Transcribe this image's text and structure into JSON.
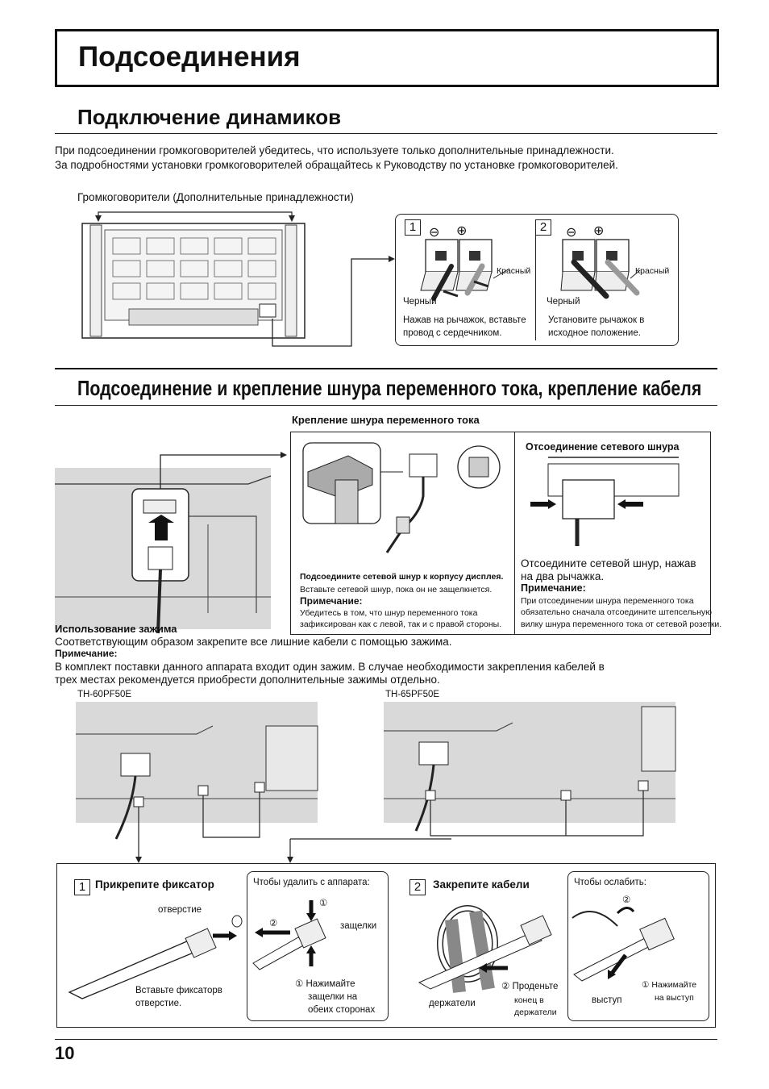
{
  "header": {
    "title": "Подсоединения"
  },
  "speakers": {
    "heading": "Подключение динамиков",
    "intro_line1": "При подсоединении громкоговорителей убедитесь, что используете только дополнительные принадлежности.",
    "intro_line2": "За подробностями установки громкоговорителей обращайтесь к Руководству по установке громкоговорителей.",
    "callout": "Громкоговорители (Дополнительные принадлежности)",
    "step1": {
      "num": "1",
      "red": "Красный",
      "black": "Черный",
      "text1": "Нажав на рычажок, вставьте",
      "text2": "провод с сердечником."
    },
    "step2": {
      "num": "2",
      "red": "Красный",
      "black": "Черный",
      "text1": "Установите рычажок в",
      "text2": "исходное положение."
    },
    "minus": "⊖",
    "plus": "⊕"
  },
  "ac": {
    "heading": "Подсоединение и крепление шнура переменного тока, крепление кабеля",
    "fix_title": "Крепление шнура переменного тока",
    "connect_title": "Подсоедините сетевой шнур к корпусу дисплея.",
    "connect_text": "Вставьте сетевой шнур, пока он не защелкнется.",
    "note_label": "Примечание:",
    "connect_note1": "Убедитесь в том, что шнур переменного тока",
    "connect_note2": "зафиксирован как с левой, так и с правой стороны.",
    "disconnect_title": "Отсоединение сетевого шнура",
    "disconnect_text1": "Отсоедините сетевой шнур, нажав",
    "disconnect_text2": "на два рычажка.",
    "disconnect_note1": "При отсоединении шнура переменного тока",
    "disconnect_note2": "обязательно сначала отсоедините штепсельную",
    "disconnect_note3": "вилку шнура переменного тока от сетевой розетки."
  },
  "clamp": {
    "heading": "Использование зажима",
    "text": "Соответствующим образом закрепите все лишние кабели с помощью зажима.",
    "note_label": "Примечание:",
    "note1": "В комплект поставки данного аппарата входит один зажим. В случае необходимости закрепления кабелей в",
    "note2": "трех местах рекомендуется приобрести дополнительные зажимы отдельно.",
    "model1": "TH-60PF50E",
    "model2": "TH-65PF50E"
  },
  "bottom": {
    "step1_num": "1",
    "step1_title": "Прикрепите фиксатор",
    "hole": "отверстие",
    "insert1": "Вставьте фиксаторв",
    "insert2": "отверстие.",
    "remove_title": "Чтобы удалить с аппарата:",
    "latches": "защелки",
    "press1": "① Нажимайте",
    "press2": "защелки на",
    "press3": "обеих сторонах",
    "c1": "①",
    "c2": "②",
    "step2_num": "2",
    "step2_title": "Закрепите кабели",
    "holders": "держатели",
    "pass1": "② Проденьте",
    "pass2": "конец в",
    "pass3": "держатели",
    "loosen_title": "Чтобы ослабить:",
    "tab": "выступ",
    "presstab1": "① Нажимайте",
    "presstab2": "на выступ"
  },
  "footer": {
    "page": "10"
  }
}
